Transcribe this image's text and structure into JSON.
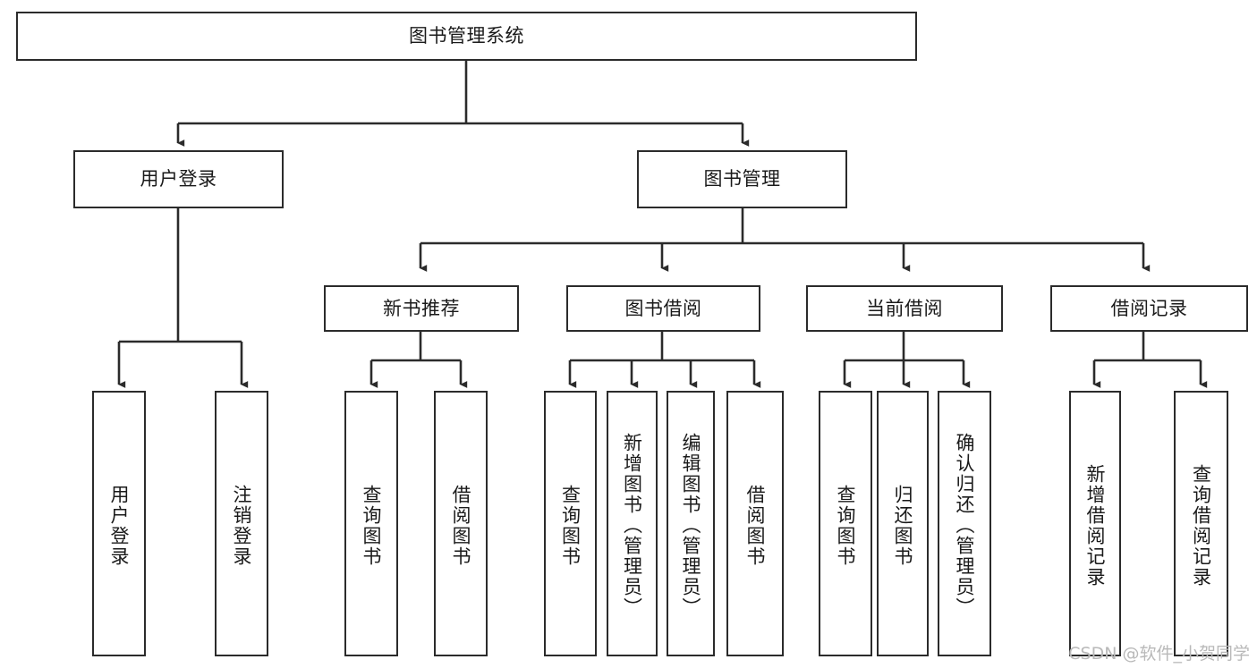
{
  "diagram": {
    "title": "图书管理系统",
    "type": "tree-hierarchy-diagram",
    "watermark": "CSDN @软件_小贺同学",
    "colors": {
      "background": "#ffffff",
      "box_stroke": "#2b2b2b",
      "box_fill": "#ffffff",
      "edge_stroke": "#2b2b2b",
      "text": "#1a1a1a",
      "watermark": "#b9b9b9"
    },
    "nodes": {
      "root": {
        "label": "图书管理系统"
      },
      "level1": [
        {
          "label": "用户登录"
        },
        {
          "label": "图书管理"
        }
      ],
      "level2": [
        {
          "label": "新书推荐"
        },
        {
          "label": "图书借阅"
        },
        {
          "label": "当前借阅"
        },
        {
          "label": "借阅记录"
        }
      ],
      "leaves": {
        "user_login": [
          {
            "label": "用户登录"
          },
          {
            "label": "注销登录"
          }
        ],
        "new_book_recommend": [
          {
            "label": "查询图书"
          },
          {
            "label": "借阅图书"
          }
        ],
        "book_borrow": [
          {
            "label": "查询图书"
          },
          {
            "label": "新增图书（管理员）"
          },
          {
            "label": "编辑图书（管理员）"
          },
          {
            "label": "借阅图书"
          }
        ],
        "current_borrow": [
          {
            "label": "查询图书"
          },
          {
            "label": "归还图书"
          },
          {
            "label": "确认归还（管理员）"
          }
        ],
        "borrow_record": [
          {
            "label": "新增借阅记录"
          },
          {
            "label": "查询借阅记录"
          }
        ]
      }
    }
  }
}
